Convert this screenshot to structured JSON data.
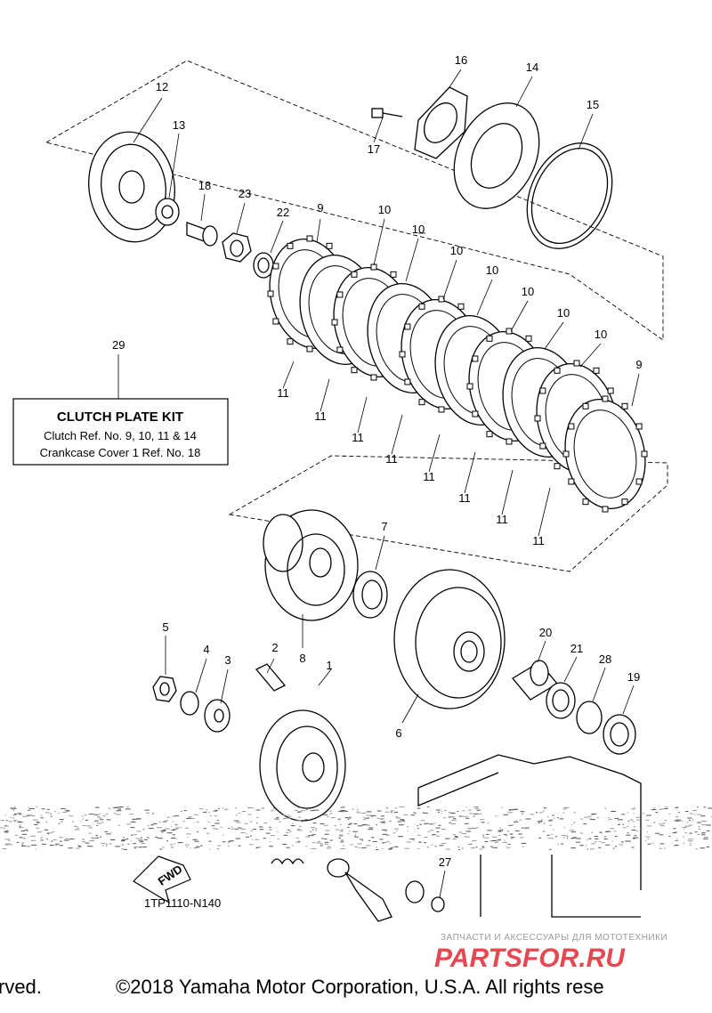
{
  "diagram": {
    "code": "1TP1110-N140",
    "fwd_label": "FWD",
    "kit": {
      "number": "29",
      "title": "CLUTCH PLATE KIT",
      "line1": "Clutch Ref. No. 9, 10, 11 & 14",
      "line2": "Crankcase Cover 1 Ref. No. 18"
    },
    "callouts": [
      "1",
      "2",
      "3",
      "4",
      "5",
      "6",
      "7",
      "8",
      "9",
      "9",
      "10",
      "10",
      "10",
      "10",
      "10",
      "10",
      "10",
      "10",
      "11",
      "11",
      "11",
      "11",
      "11",
      "11",
      "11",
      "11",
      "12",
      "13",
      "14",
      "15",
      "16",
      "17",
      "18",
      "19",
      "20",
      "21",
      "22",
      "23",
      "27",
      "28"
    ]
  },
  "footer": {
    "copyright": "©2018 Yamaha Motor Corporation, U.S.A. All rights rese",
    "left_fragment": "rved."
  },
  "watermark": {
    "tagline": "ЗАПЧАСТИ И АКСЕССУАРЫ ДЛЯ МОТОТЕХНИКИ",
    "brand": "PARTSFOR.RU"
  }
}
